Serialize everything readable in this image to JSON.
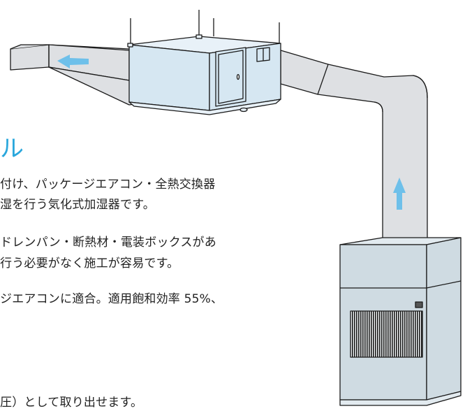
{
  "colors": {
    "accent": "#2aa7dc",
    "duct_fill": "#dee0e3",
    "unit_fill": "#d6e7f2",
    "cabinet_fill": "#cfdbe2",
    "outline": "#1a1a1a",
    "airflow_arrow": "#6ec0ea"
  },
  "heading": "ル",
  "body_lines": [
    "付け、パッケージエアコン・全熱交換器",
    "湿を行う気化式加湿器です。",
    "ドレンパン・断熱材・電装ボックスがあ",
    "行う必要がなく施工が容易です。",
    "ジエアコンに適合。適用飽和効率 55%、",
    "圧）として取り出せます。"
  ],
  "icons": {
    "left_arrow": "airflow-left-arrow-icon",
    "up_arrow": "airflow-up-arrow-icon"
  }
}
